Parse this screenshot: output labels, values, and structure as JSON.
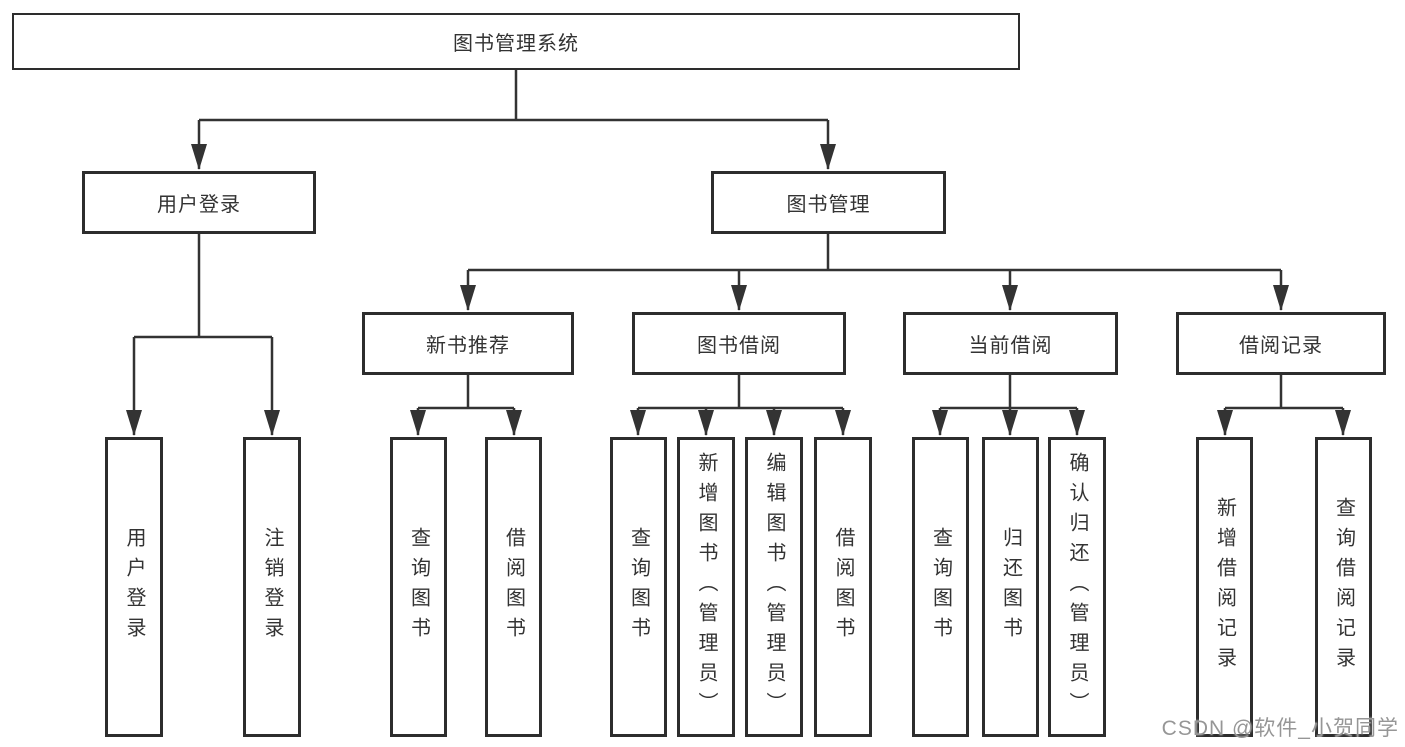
{
  "diagram": {
    "title": "图书管理系统",
    "watermark": "CSDN @软件_小贺同学",
    "colors": {
      "line": "#333333",
      "border": "#2d2d2d",
      "text": "#333333",
      "watermark_text": "#969696",
      "background": "#ffffff"
    },
    "nodes": {
      "root": "图书管理系统",
      "user_login": "用户登录",
      "book_mgmt": "图书管理",
      "new_book_rec": "新书推荐",
      "book_borrow": "图书借阅",
      "current_borrow": "当前借阅",
      "borrow_record": "借阅记录",
      "leaf_user_login": "用户登录",
      "leaf_logout": "注销登录",
      "leaf_query_book_1": "查询图书",
      "leaf_borrow_book_1": "借阅图书",
      "leaf_query_book_2": "查询图书",
      "leaf_add_book": "新增图书（管理员）",
      "leaf_edit_book": "编辑图书（管理员）",
      "leaf_borrow_book_2": "借阅图书",
      "leaf_query_book_3": "查询图书",
      "leaf_return_book": "归还图书",
      "leaf_confirm_return": "确认归还（管理员）",
      "leaf_add_borrow_record": "新增借阅记录",
      "leaf_query_borrow_record": "查询借阅记录"
    },
    "tree": {
      "图书管理系统": {
        "用户登录": [
          "用户登录",
          "注销登录"
        ],
        "图书管理": {
          "新书推荐": [
            "查询图书",
            "借阅图书"
          ],
          "图书借阅": [
            "查询图书",
            "新增图书（管理员）",
            "编辑图书（管理员）",
            "借阅图书"
          ],
          "当前借阅": [
            "查询图书",
            "归还图书",
            "确认归还（管理员）"
          ],
          "借阅记录": [
            "新增借阅记录",
            "查询借阅记录"
          ]
        }
      }
    }
  }
}
